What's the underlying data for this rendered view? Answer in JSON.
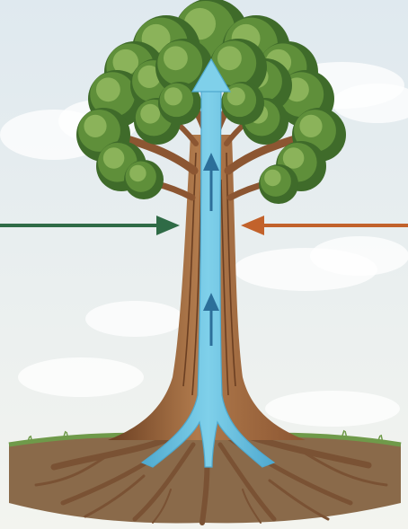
{
  "illustration": {
    "subject": "tree-water-transport",
    "colors": {
      "sky_top": "#dfe9ef",
      "sky_bottom": "#f3f4ef",
      "cloud": "#ffffff",
      "foliage_dark": "#3f6b2a",
      "foliage_mid": "#5f8f3a",
      "foliage_light": "#8bb35a",
      "bark_dark": "#6b3f22",
      "bark_mid": "#8c5632",
      "bark_light": "#b07a4c",
      "soil": "#8a6a4a",
      "soil_dark": "#5c4330",
      "grass": "#6f9a4a",
      "root": "#7a5234",
      "water": "#7fd0ea",
      "water_edge": "#4fa9cf",
      "xylem_arrow": "#2c6f9a",
      "left_arrow": "#2f6b46",
      "right_arrow": "#c2622b"
    },
    "arrows": [
      {
        "name": "left-inflow-arrow",
        "direction": "right"
      },
      {
        "name": "right-inflow-arrow",
        "direction": "left"
      },
      {
        "name": "xylem-flow-arrows",
        "direction": "up",
        "count": 3
      }
    ]
  }
}
